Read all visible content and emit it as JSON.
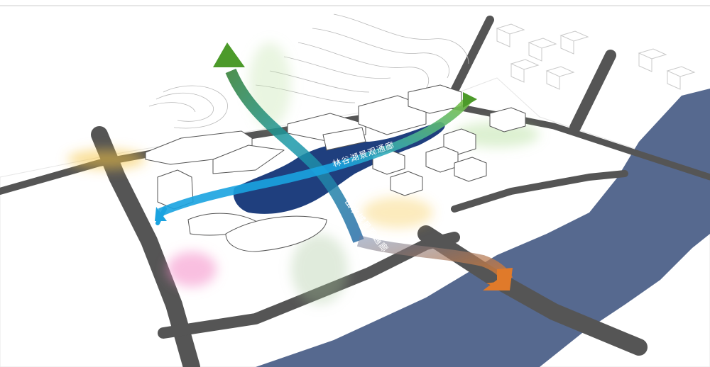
{
  "diagram": {
    "corridors": [
      {
        "id": "forest-valley-lake",
        "label": "林谷湖景观通廊",
        "color": "#6db33f"
      },
      {
        "id": "mountain-water-city",
        "label": "山水城景观通廊",
        "color": "#3fa9c8"
      }
    ],
    "colors": {
      "road": "#555555",
      "river": "#56698f",
      "lake": "#1f3f7e",
      "arrow_green": "#4c9a2a",
      "arrow_blue": "#1aa3e0",
      "arrow_orange": "#e07a2a",
      "glow_yellow": "#f5c542",
      "glow_pink": "#f48bc7"
    }
  }
}
